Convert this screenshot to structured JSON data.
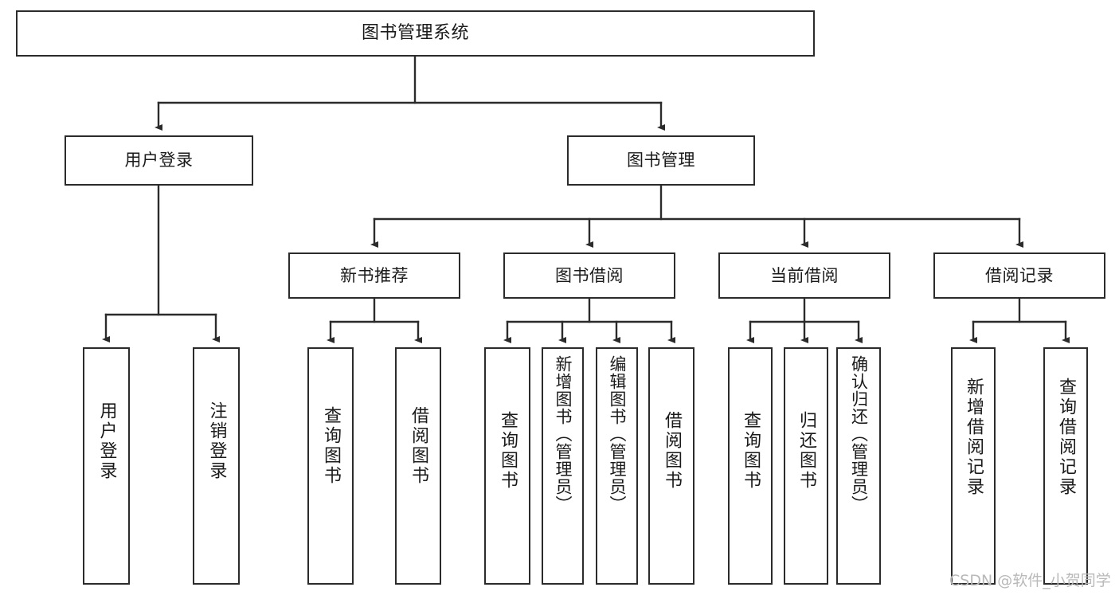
{
  "diagram": {
    "title": "图书管理系统",
    "type": "功能结构图",
    "watermark": "CSDN @软件_小贺同学",
    "colors": {
      "stroke": "#2b2b2b",
      "fill": "#ffffff",
      "text": "#1a1a1a",
      "watermark": "#b9b9b9"
    },
    "nodes": {
      "root": {
        "label": "图书管理系统",
        "level": 1,
        "orientation": "horizontal"
      },
      "l2": [
        {
          "id": "user-login",
          "label": "用户登录",
          "level": 2,
          "orientation": "horizontal"
        },
        {
          "id": "book-manage",
          "label": "图书管理",
          "level": 2,
          "orientation": "horizontal"
        }
      ],
      "l3": [
        {
          "id": "new-book-rec",
          "label": "新书推荐",
          "level": 3,
          "orientation": "horizontal",
          "parent": "book-manage"
        },
        {
          "id": "book-borrow",
          "label": "图书借阅",
          "level": 3,
          "orientation": "horizontal",
          "parent": "book-manage"
        },
        {
          "id": "current-borrow",
          "label": "当前借阅",
          "level": 3,
          "orientation": "horizontal",
          "parent": "book-manage"
        },
        {
          "id": "borrow-record",
          "label": "借阅记录",
          "level": 3,
          "orientation": "horizontal",
          "parent": "book-manage"
        }
      ],
      "leaves": [
        {
          "id": "leaf-user-login",
          "label": "用户登录",
          "parent": "user-login",
          "orientation": "vertical"
        },
        {
          "id": "leaf-user-logout",
          "label": "注销登录",
          "parent": "user-login",
          "orientation": "vertical"
        },
        {
          "id": "leaf-query-book-1",
          "label": "查询图书",
          "parent": "new-book-rec",
          "orientation": "vertical"
        },
        {
          "id": "leaf-borrow-book-1",
          "label": "借阅图书",
          "parent": "new-book-rec",
          "orientation": "vertical"
        },
        {
          "id": "leaf-query-book-2",
          "label": "查询图书",
          "parent": "book-borrow",
          "orientation": "vertical"
        },
        {
          "id": "leaf-add-book",
          "label": "新增图书（管理员）",
          "parent": "book-borrow",
          "orientation": "vertical"
        },
        {
          "id": "leaf-edit-book",
          "label": "编辑图书（管理员）",
          "parent": "book-borrow",
          "orientation": "vertical"
        },
        {
          "id": "leaf-borrow-book-2",
          "label": "借阅图书",
          "parent": "book-borrow",
          "orientation": "vertical"
        },
        {
          "id": "leaf-query-book-3",
          "label": "查询图书",
          "parent": "current-borrow",
          "orientation": "vertical"
        },
        {
          "id": "leaf-return-book",
          "label": "归还图书",
          "parent": "current-borrow",
          "orientation": "vertical"
        },
        {
          "id": "leaf-confirm-return",
          "label": "确认归还（管理员）",
          "parent": "current-borrow",
          "orientation": "vertical"
        },
        {
          "id": "leaf-add-record",
          "label": "新增借阅记录",
          "parent": "borrow-record",
          "orientation": "vertical"
        },
        {
          "id": "leaf-query-record",
          "label": "查询借阅记录",
          "parent": "borrow-record",
          "orientation": "vertical"
        }
      ]
    }
  }
}
